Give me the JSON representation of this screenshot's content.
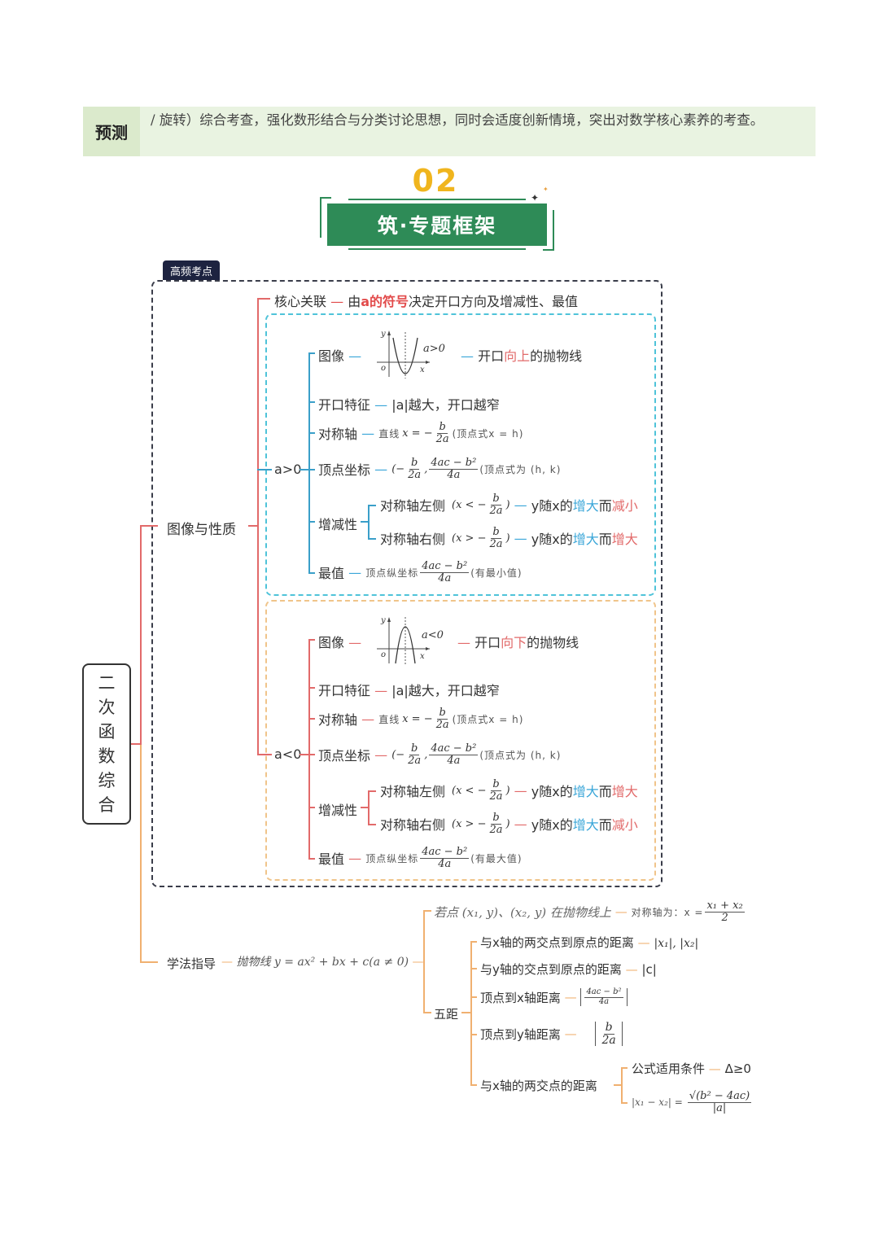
{
  "predict": {
    "label": "预测",
    "text": "/ 旋转）综合考查，强化数形结合与分类讨论思想，同时会适度创新情境，突出对数学核心素养的考查。"
  },
  "section": {
    "number": "02",
    "title": "筑·专题框架"
  },
  "tag": "高频考点",
  "root": [
    "二",
    "次",
    "函",
    "数",
    "综",
    "合"
  ],
  "core": {
    "label": "核心关联",
    "prefix": "由",
    "highlight": "a的符号",
    "suffix": "决定开口方向及增减性、最值"
  },
  "branch1": "图像与性质",
  "pos": {
    "cond": "a>0",
    "image_label": "图像",
    "graph_label": "a>0",
    "image_desc_1": "开口",
    "image_desc_hl": "向上",
    "image_desc_2": "的抛物线",
    "open_label": "开口特征",
    "open_desc": "|a|越大，开口越窄",
    "axis_label": "对称轴",
    "axis_pre": "直线",
    "axis_eq": "x = −",
    "axis_num": "b",
    "axis_den": "2a",
    "axis_post": "(顶点式x = h)",
    "vertex_label": "顶点坐标",
    "vertex_num1": "b",
    "vertex_den1": "2a",
    "vertex_num2": "4ac − b²",
    "vertex_den2": "4a",
    "vertex_post": "(顶点式为 (h, k)",
    "mono_label": "增减性",
    "left_label": "对称轴左侧",
    "left_cond": "(x < −",
    "left_result_1": "y随x的",
    "left_result_hl1": "增大",
    "left_result_2": "而",
    "left_result_hl2": "减小",
    "right_label": "对称轴右侧",
    "right_cond": "(x > −",
    "right_result_1": "y随x的",
    "right_result_hl1": "增大",
    "right_result_2": "而",
    "right_result_hl2": "增大",
    "extreme_label": "最值",
    "extreme_pre": "顶点纵坐标",
    "extreme_num": "4ac − b²",
    "extreme_den": "4a",
    "extreme_post": "(有最小值)"
  },
  "neg": {
    "cond": "a<0",
    "image_label": "图像",
    "graph_label": "a<0",
    "image_desc_1": "开口",
    "image_desc_hl": "向下",
    "image_desc_2": "的抛物线",
    "open_label": "开口特征",
    "open_desc": "|a|越大，开口越窄",
    "axis_label": "对称轴",
    "axis_pre": "直线",
    "axis_eq": "x = −",
    "axis_num": "b",
    "axis_den": "2a",
    "axis_post": "(顶点式x = h)",
    "vertex_label": "顶点坐标",
    "vertex_num1": "b",
    "vertex_den1": "2a",
    "vertex_num2": "4ac − b²",
    "vertex_den2": "4a",
    "vertex_post": "(顶点式为 (h, k)",
    "mono_label": "增减性",
    "left_label": "对称轴左侧",
    "left_cond": "(x < −",
    "left_result_1": "y随x的",
    "left_result_hl1": "增大",
    "left_result_2": "而",
    "left_result_hl2": "增大",
    "right_label": "对称轴右侧",
    "right_cond": "(x > −",
    "right_result_1": "y随x的",
    "right_result_hl1": "增大",
    "right_result_2": "而",
    "right_result_hl2": "减小",
    "extreme_label": "最值",
    "extreme_pre": "顶点纵坐标",
    "extreme_num": "4ac − b²",
    "extreme_den": "4a",
    "extreme_post": "(有最大值)"
  },
  "method": {
    "label": "学法指导",
    "parabola": "抛物线 y = ax² + bx + c(a ≠ 0)",
    "sym_pre": "若点 (x₁, y)、(x₂, y) 在抛物线上",
    "sym_label": "对称轴为：x =",
    "sym_num": "x₁ + x₂",
    "sym_den": "2",
    "five_label": "五距",
    "d1_label": "与x轴的两交点到原点的距离",
    "d1_value": "|x₁|, |x₂|",
    "d2_label": "与y轴的交点到原点的距离",
    "d2_value": "|c|",
    "d3_label": "顶点到x轴距离",
    "d3_num": "4ac − b²",
    "d3_den": "4a",
    "d4_label": "顶点到y轴距离",
    "d4_num": "b",
    "d4_den": "2a",
    "d5_label": "与x轴的两交点的距离",
    "d5_cond_label": "公式适用条件",
    "d5_cond_value": "Δ≥0",
    "d5_formula_left": "|x₁ − x₂| =",
    "d5_formula_num": "√(b² − 4ac)",
    "d5_formula_den": "|a|"
  },
  "colors": {
    "green": "#2e8b57",
    "gold": "#f0b51e",
    "red": "#e26a6a",
    "blue": "#3aa6d8",
    "orange": "#f0b070",
    "navy": "#1d2340"
  }
}
